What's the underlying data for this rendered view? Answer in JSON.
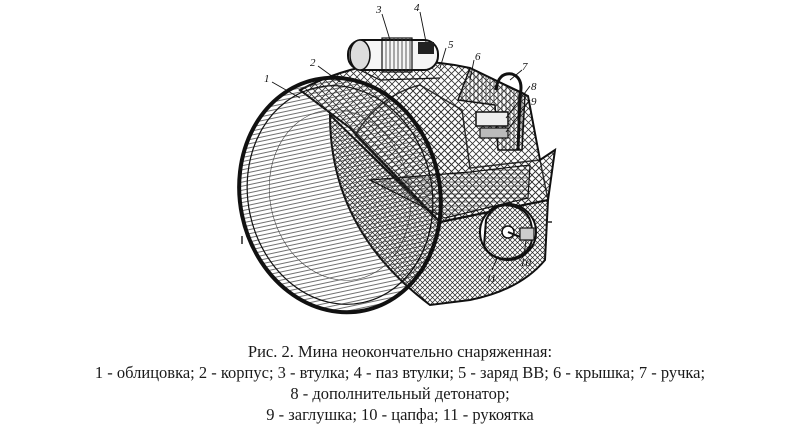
{
  "figure": {
    "callouts": [
      "1",
      "2",
      "3",
      "4",
      "5",
      "6",
      "7",
      "8",
      "9",
      "10",
      "11"
    ]
  },
  "caption": {
    "title": "Рис. 2. Мина неокончательно снаряженная:",
    "lines": [
      "1 - облицовка; 2 - корпус; 3 - втулка; 4 - паз втулки; 5 - заряд ВВ; 6 - крышка; 7  -  ручка;",
      "8 - дополнительный детонатор;",
      "9 - заглушка; 10 - цапфа; 11 - рукоятка"
    ]
  }
}
